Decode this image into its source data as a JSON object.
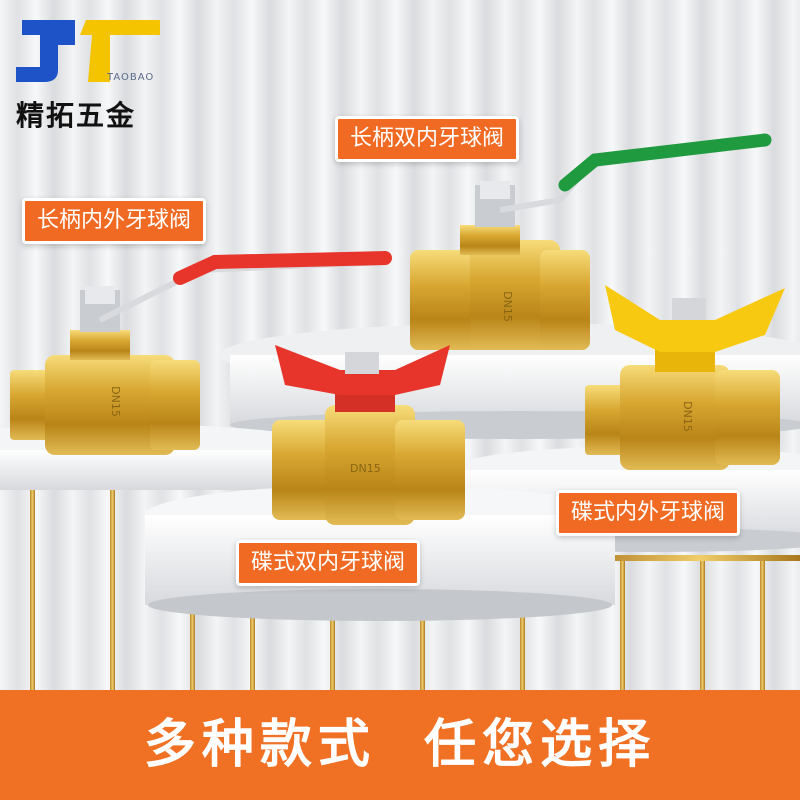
{
  "brand": {
    "sub": "TAOBAO",
    "name": "精拓五金",
    "logo_colors": {
      "blue": "#1e53c8",
      "yellow": "#f5c400"
    }
  },
  "labels": {
    "long_handle_male_female": "长柄内外牙球阀",
    "long_handle_double_female": "长柄双内牙球阀",
    "butterfly_double_female": "碟式双内牙球阀",
    "butterfly_male_female": "碟式内外牙球阀"
  },
  "valve_markings": {
    "red_long": "DN15",
    "green_long": "DN15",
    "red_butterfly": "DN15",
    "yellow_butterfly": "DN15"
  },
  "handle_colors": {
    "red": "#e8352b",
    "green": "#1f9a3e",
    "yellow": "#f7c910"
  },
  "banner": {
    "text": "多种款式  任您选择",
    "color": "#f07024"
  }
}
